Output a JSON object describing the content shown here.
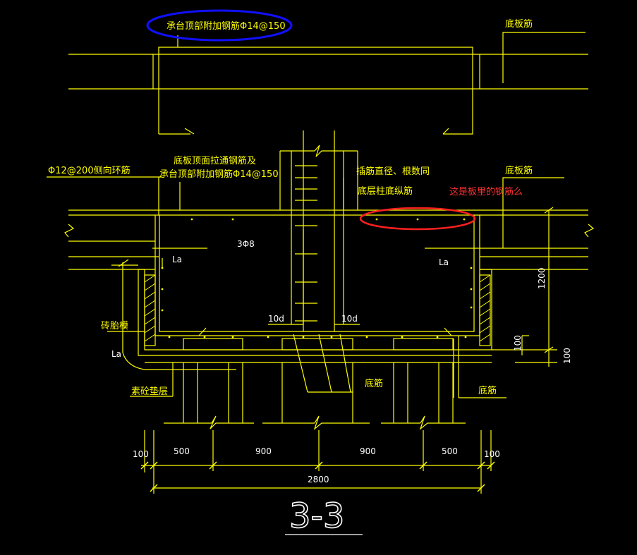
{
  "labels": {
    "top_additional_rebar": "承台顶部附加钢筋Φ14@150",
    "bottom_slab_rebar_top": "底板筋",
    "side_ring_rebar": "Φ12@200侧向环筋",
    "slab_top_tie_line1": "底板顶面拉通钢筋及",
    "slab_top_tie_line2": "承台顶部附加钢筋Φ14@150",
    "dowel_note": "插筋直径、根数同",
    "column_bottom_rebar": "底层柱底纵筋",
    "bottom_slab_rebar_mid": "底板筋",
    "question_note": "这是板里的钢筋么",
    "la_left": "La",
    "la_right": "La",
    "la_lower": "La",
    "stirrup_count": "3Φ8",
    "ten_d_left": "10d",
    "ten_d_right": "10d",
    "brick_mould": "砖胎模",
    "concrete_cushion": "素砼垫层",
    "bottom_rebar_1": "底筋",
    "bottom_rebar_2": "底筋",
    "section_title": "3-3"
  },
  "dimensions": {
    "d100_left": "100",
    "d500_left": "500",
    "d900_left": "900",
    "d900_right": "900",
    "d500_right": "500",
    "d100_right": "100",
    "total": "2800",
    "height_1200": "1200",
    "height_100a": "100",
    "height_100b": "100"
  },
  "colors": {
    "drawing": "#ffff00",
    "annotation_blue": "#1010ff",
    "annotation_red": "#ff2020",
    "background": "#000000"
  }
}
